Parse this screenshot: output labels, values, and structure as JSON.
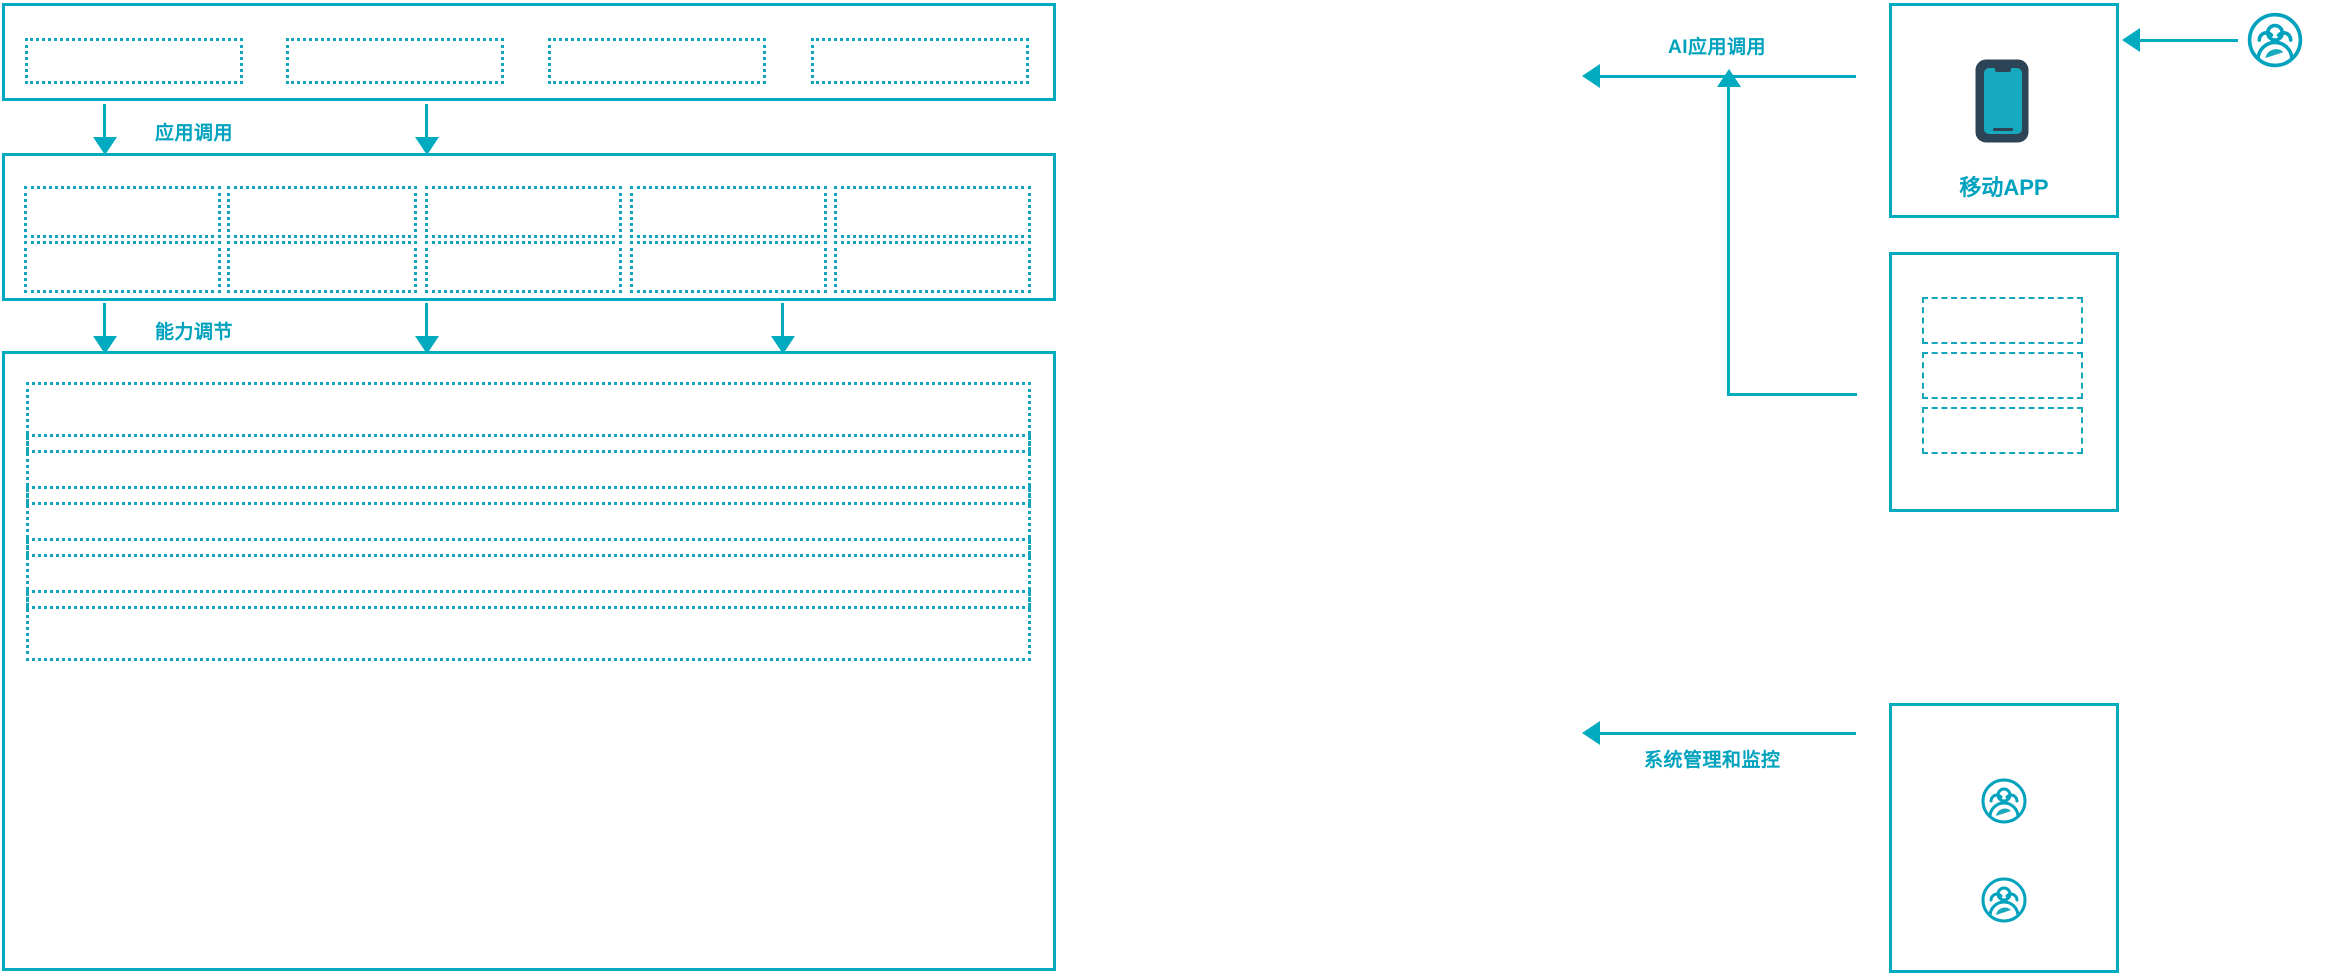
{
  "diagram": {
    "accent_color": "#00aabf",
    "accent_color_dashed": "#12a5bb",
    "phone_dark_color": "#2d4456",
    "background": "#ffffff"
  },
  "layers": {
    "application_layer": {
      "name": "application-layer-panel",
      "slot_count": 4,
      "slots": [
        {
          "label": ""
        },
        {
          "label": ""
        },
        {
          "label": ""
        },
        {
          "label": ""
        }
      ]
    },
    "capability_layer": {
      "name": "capability-layer-panel",
      "rows": 2,
      "columns": 5,
      "slots": [
        {
          "label": ""
        },
        {
          "label": ""
        },
        {
          "label": ""
        },
        {
          "label": ""
        },
        {
          "label": ""
        },
        {
          "label": ""
        },
        {
          "label": ""
        },
        {
          "label": ""
        },
        {
          "label": ""
        },
        {
          "label": ""
        }
      ]
    },
    "infrastructure_layer": {
      "name": "infrastructure-layer-panel",
      "row_count": 5,
      "rows": [
        {
          "label": ""
        },
        {
          "label": ""
        },
        {
          "label": ""
        },
        {
          "label": ""
        },
        {
          "label": ""
        }
      ]
    }
  },
  "connectors": {
    "application_call": {
      "label": "应用调用",
      "direction": "down"
    },
    "capability_adjust": {
      "label": "能力调节",
      "direction": "down"
    },
    "ai_application_call": {
      "label": "AI应用调用",
      "direction": "left"
    },
    "system_management": {
      "label": "系统管理和监控",
      "direction": "left"
    }
  },
  "right_column": {
    "mobile_app_card": {
      "caption": "移动APP",
      "icon": "mobile-phone-icon"
    },
    "channel_card": {
      "name": "channel-card",
      "slot_count": 3,
      "slots": [
        {
          "label": ""
        },
        {
          "label": ""
        },
        {
          "label": ""
        }
      ]
    },
    "operations_card": {
      "name": "operations-card",
      "icons": [
        {
          "icon": "user-group-icon",
          "label": ""
        },
        {
          "icon": "user-group-icon",
          "label": ""
        }
      ]
    },
    "external_user": {
      "icon": "user-group-icon",
      "label": ""
    }
  }
}
